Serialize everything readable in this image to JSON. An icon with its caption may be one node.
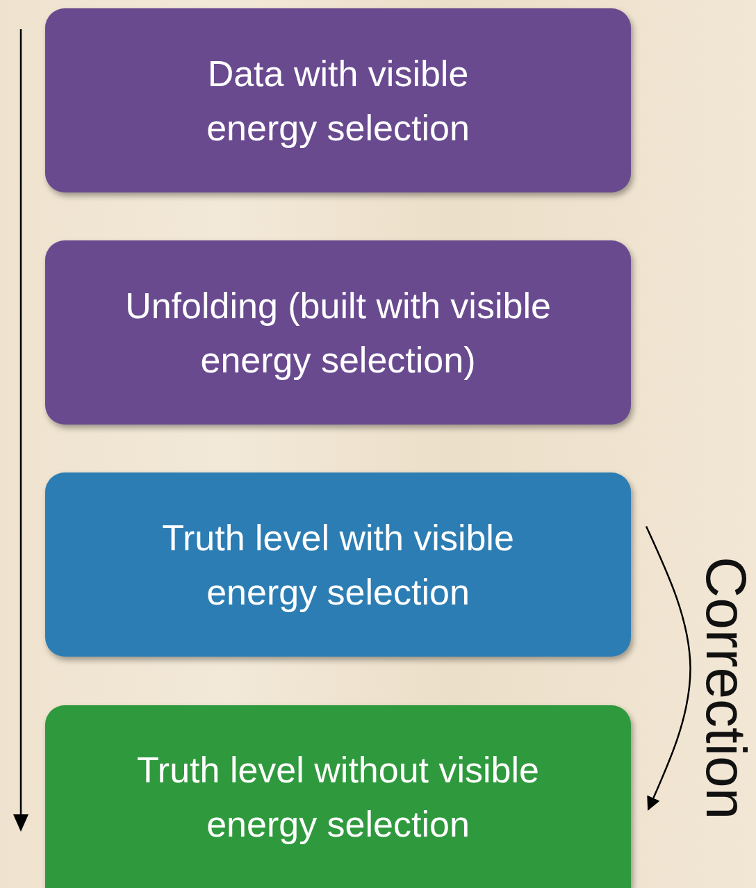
{
  "diagram": {
    "nodes": [
      {
        "text": [
          "Data with visible energy selection"
        ]
      },
      {
        "text": [
          "Unfolding (built with visible energy selection)"
        ]
      },
      {
        "text": [
          "Truth level with visible energy selection"
        ]
      },
      {
        "text": [
          "Truth level without visible energy selection"
        ]
      }
    ],
    "edges": [
      {
        "from": 2,
        "to": 3,
        "arrow": "to",
        "label": "Correction"
      }
    ]
  }
}
